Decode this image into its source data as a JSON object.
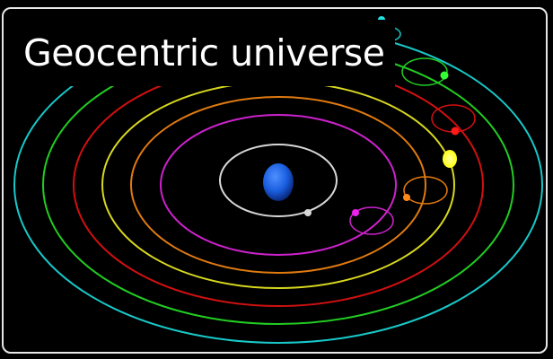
{
  "title": "Geocentric universe",
  "center_body": {
    "name": "earth-icon",
    "color": "#1a5fe0"
  },
  "orbits": [
    {
      "name": "moon-orbit",
      "color": "#d8d8d8",
      "planet_color": "#d8d8d8",
      "epicycle": false
    },
    {
      "name": "mercury-orbit",
      "color": "#cc22cc",
      "planet_color": "#ee22ee",
      "epicycle": true
    },
    {
      "name": "venus-orbit",
      "color": "#e07a10",
      "planet_color": "#ff8a1a",
      "epicycle": true
    },
    {
      "name": "sun-orbit",
      "color": "#d8d820",
      "planet_color": "#ffff10",
      "epicycle": false
    },
    {
      "name": "mars-orbit",
      "color": "#d01010",
      "planet_color": "#ff1a1a",
      "epicycle": true
    },
    {
      "name": "jupiter-orbit",
      "color": "#22cc22",
      "planet_color": "#33ff33",
      "epicycle": true
    },
    {
      "name": "saturn-orbit",
      "color": "#18c8c8",
      "planet_color": "#22e0e0",
      "epicycle": true
    }
  ]
}
